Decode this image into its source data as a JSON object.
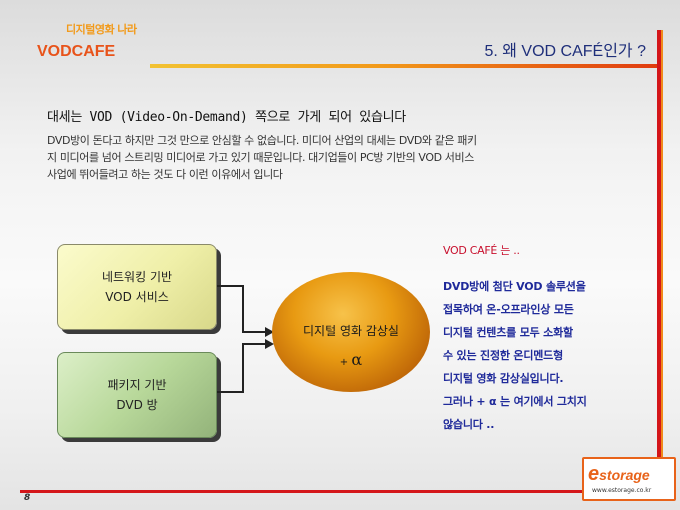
{
  "header": {
    "subtitle": "디지털영화 나라",
    "brand": "VODCAFE",
    "slide_title": "5. 왜 VOD CAFÉ인가 ?"
  },
  "body": {
    "heading": "대세는 VOD (Video-On-Demand) 쪽으로 가게 되어 있습니다",
    "paragraph": "DVD방이 돈다고 하지만 그것 만으로 안심할 수 없습니다. 미디어 산업의 대세는 DVD와 같은 패키지 미디어를 넘어 스트리밍 미디어로 가고 있기 때문입니다. 대기업들이 PC방 기반의 VOD 서비스 사업에 뛰어들려고 하는 것도 다 이런 이유에서 입니다"
  },
  "diagram": {
    "box_network": {
      "line1": "네트워킹 기반",
      "line2": "VOD 서비스"
    },
    "box_package": {
      "line1": "패키지 기반",
      "line2": "DVD 방"
    },
    "circle": {
      "title": "디지털 영화 감상실",
      "plus": "+",
      "alpha": "α"
    }
  },
  "right": {
    "vod_label": "VOD CAFÉ 는 ..",
    "desc_lines": [
      "DVD방에 첨단 VOD 솔루션을",
      "접목하여 온-오프라인상 모든",
      "디지털 컨텐츠를 모두 소화할",
      "수 있는 진정한 온디멘드형",
      "디지털 영화 감상실입니다.",
      "그러나 + α 는 여기에서 그치지",
      "않습니다 .."
    ]
  },
  "logo": {
    "e": "e",
    "word": "storage",
    "url": "www.estorage.co.kr"
  },
  "footer": {
    "page_number": "8"
  },
  "colors": {
    "accent_orange": "#f29a1a",
    "accent_red": "#d4161a",
    "title_blue": "#1f2f7a",
    "desc_blue": "#1f2a9a"
  }
}
